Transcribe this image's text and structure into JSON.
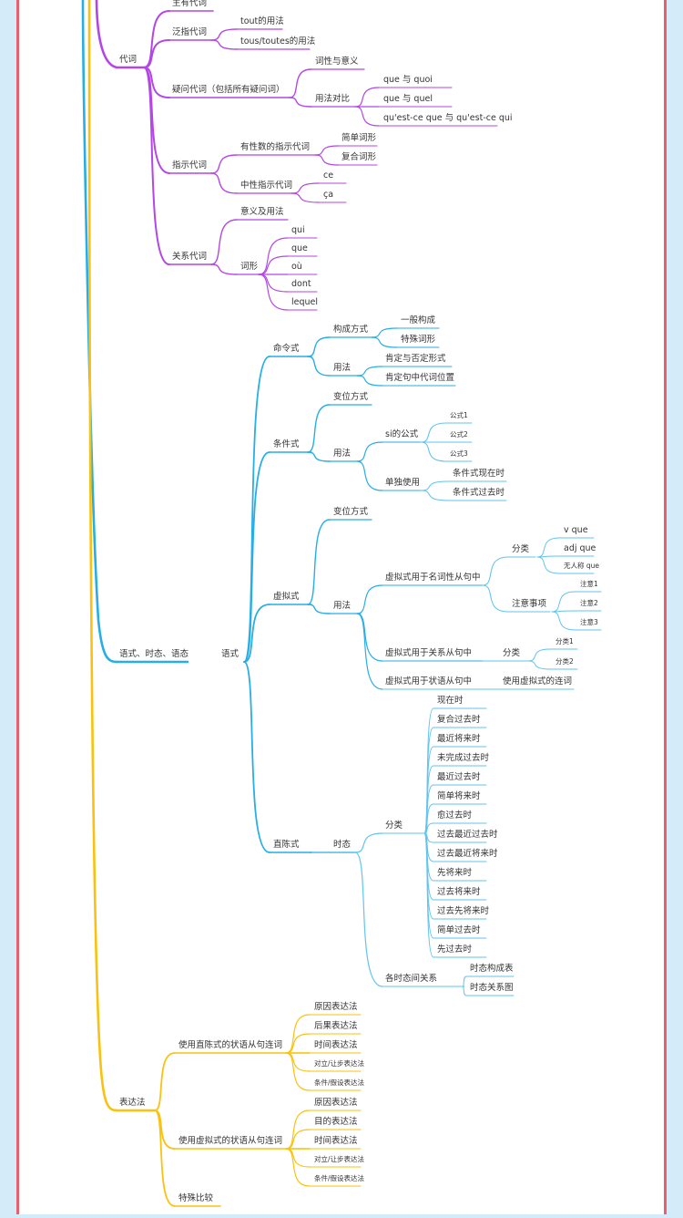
{
  "colors": {
    "pronoun": "#b446e6",
    "mood": "#27aee6",
    "mood_light": "#62c4ef",
    "expr": "#fac20e",
    "frame": "#e8606e",
    "bg": "#d4ebfa"
  },
  "pronoun": {
    "label": "代词",
    "possessive": "主有代词",
    "indefinite": {
      "label": "泛指代词",
      "items": [
        "tout的用法",
        "tous/toutes的用法"
      ]
    },
    "interrogative": {
      "label": "疑问代词（包括所有疑问词）",
      "nature": "词性与意义",
      "compare": {
        "label": "用法对比",
        "items": [
          "que 与 quoi",
          "que 与 quel",
          "qu'est-ce que 与 qu'est-ce qui"
        ]
      }
    },
    "demonstrative": {
      "label": "指示代词",
      "gendered": {
        "label": "有性数的指示代词",
        "items": [
          "简单词形",
          "复合词形"
        ]
      },
      "neutral": {
        "label": "中性指示代词",
        "items": [
          "ce",
          "ça"
        ]
      }
    },
    "relative": {
      "label": "关系代词",
      "meaning": "意义及用法",
      "forms": {
        "label": "词形",
        "items": [
          "qui",
          "que",
          "où",
          "dont",
          "lequel"
        ]
      }
    }
  },
  "mood_tense_voice": {
    "label": "语式、时态、语态",
    "mood": {
      "label": "语式",
      "imperative": {
        "label": "命令式",
        "formation": {
          "label": "构成方式",
          "items": [
            "一般构成",
            "特殊词形"
          ]
        },
        "usage": {
          "label": "用法",
          "items": [
            "肯定与否定形式",
            "肯定句中代词位置"
          ]
        }
      },
      "conditional": {
        "label": "条件式",
        "conjugation": "变位方式",
        "usage": {
          "label": "用法",
          "si": {
            "label": "si的公式",
            "items": [
              "公式1",
              "公式2",
              "公式3"
            ]
          },
          "alone": {
            "label": "单独使用",
            "items": [
              "条件式现在时",
              "条件式过去时"
            ]
          }
        }
      },
      "subjunctive": {
        "label": "虚拟式",
        "conjugation": "变位方式",
        "usage": {
          "label": "用法",
          "noun_clause": {
            "label": "虚拟式用于名词性从句中",
            "classify": {
              "label": "分类",
              "items": [
                "v que",
                "adj que",
                "无人称 que"
              ]
            },
            "notes": {
              "label": "注意事项",
              "items": [
                "注意1",
                "注意2",
                "注意3"
              ]
            }
          },
          "relative_clause": {
            "label": "虚拟式用于关系从句中",
            "classify": {
              "label": "分类",
              "items": [
                "分类1",
                "分类2"
              ]
            }
          },
          "adverbial_clause": {
            "label": "虚拟式用于状语从句中",
            "item": "使用虚拟式的连词"
          }
        }
      },
      "indicative": {
        "label": "直陈式",
        "tense": {
          "label": "时态",
          "classify": {
            "label": "分类",
            "items": [
              "现在时",
              "复合过去时",
              "最近将来时",
              "未完成过去时",
              "最近过去时",
              "简单将来时",
              "愈过去时",
              "过去最近过去时",
              "过去最近将来时",
              "先将来时",
              "过去将来时",
              "过去先将来时",
              "简单过去时",
              "先过去时"
            ]
          },
          "relations": {
            "label": "各时态间关系",
            "items": [
              "时态构成表",
              "时态关系图"
            ]
          }
        }
      }
    }
  },
  "expression": {
    "label": "表达法",
    "indicative_conj": {
      "label": "使用直陈式的状语从句连词",
      "items": [
        "原因表达法",
        "后果表达法",
        "时间表达法",
        "对立/让步表达法",
        "条件/假设表达法"
      ]
    },
    "subjunctive_conj": {
      "label": "使用虚拟式的状语从句连词",
      "items": [
        "原因表达法",
        "目的表达法",
        "时间表达法",
        "对立/让步表达法",
        "条件/假设表达法"
      ]
    },
    "comparison": "特殊比较"
  }
}
